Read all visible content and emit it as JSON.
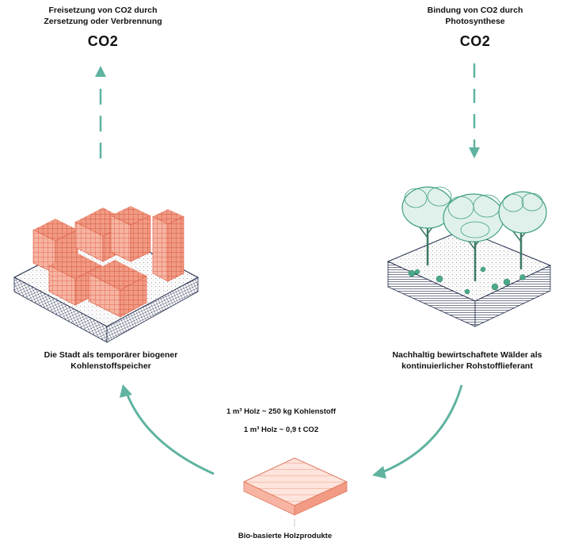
{
  "left_top": {
    "caption_line1": "Freisetzung von CO2 durch",
    "caption_line2": "Zersetzung oder Verbrennung",
    "co2": "CO2"
  },
  "right_top": {
    "caption_line1": "Bindung von CO2 durch",
    "caption_line2": "Photosynthese",
    "co2": "CO2"
  },
  "city": {
    "label_line1": "Die Stadt als temporärer biogener",
    "label_line2": "Kohlenstoffspeicher"
  },
  "forest": {
    "label_line1": "Nachhaltig bewirtschaftete Wälder als",
    "label_line2": "kontinuierlicher Rohstofflieferant"
  },
  "facts": {
    "line1": "1 m³ Holz ~ 250 kg Kohlenstoff",
    "line2": "1 m³ Holz ~ 0,9 t CO2"
  },
  "product": {
    "label": "Bio-basierte Holzprodukte"
  },
  "colors": {
    "arrow": "#5fb3a0",
    "building": "#f4a08a",
    "tree": "#3e9e80",
    "soil": "#1f2a4a"
  }
}
